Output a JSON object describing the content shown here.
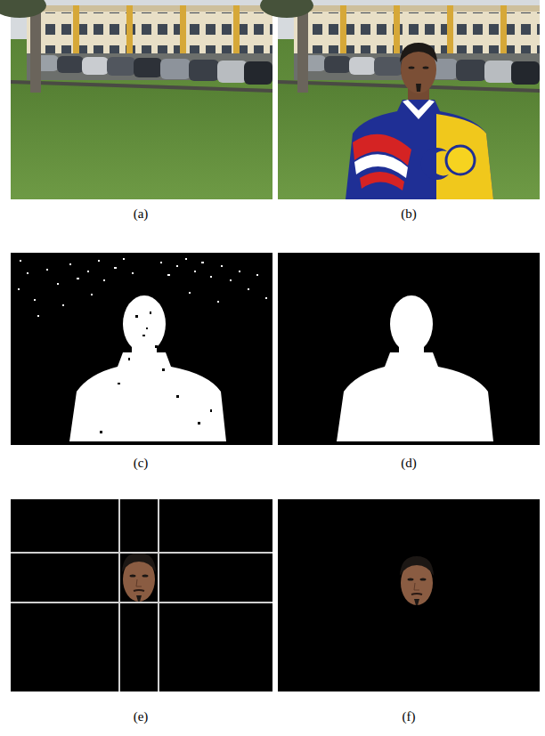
{
  "diagram": {
    "labels": [
      "(a)",
      "(b)",
      "(c)",
      "(d)",
      "(e)",
      "(f)"
    ]
  }
}
